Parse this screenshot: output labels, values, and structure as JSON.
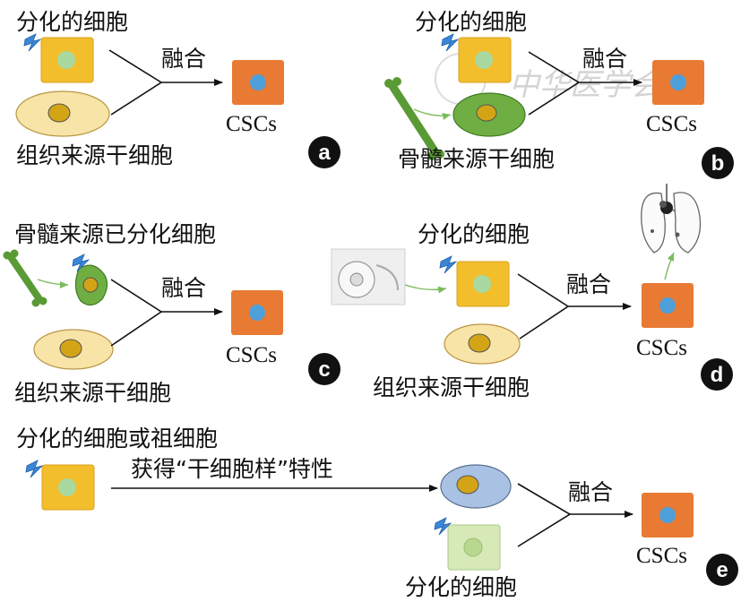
{
  "colors": {
    "differentiated_cell": "#f2be2c",
    "differentiated_cell_border": "#d9a11c",
    "differentiated_nucleus": "#a9d9a0",
    "tissue_stem_cell": "#f8e4a6",
    "tissue_stem_cell_border": "#b79745",
    "tissue_stem_nucleus": "#d4a417",
    "cscs_cell": "#e87a34",
    "cscs_nucleus": "#4f9fd8",
    "bone_green": "#5a9a35",
    "bm_cell_green": "#6fae42",
    "lightning_blue": "#3b86d6",
    "stemlike_cell": "#a9c1e2",
    "pale_cell": "#d6e9b6",
    "tag_black": "#111111"
  },
  "panel_a": {
    "top_label": "分化的细胞",
    "bottom_label": "组织来源干细胞",
    "fusion_label": "融合",
    "result_label": "CSCs",
    "tag": "a"
  },
  "panel_b": {
    "top_label": "分化的细胞",
    "bottom_label": "骨髓来源干细胞",
    "fusion_label": "融合",
    "result_label": "CSCs",
    "tag": "b"
  },
  "panel_c": {
    "top_label": "骨髓来源已分化细胞",
    "bottom_label": "组织来源干细胞",
    "fusion_label": "融合",
    "result_label": "CSCs",
    "tag": "c"
  },
  "panel_d": {
    "top_label": "分化的细胞",
    "bottom_label": "组织来源干细胞",
    "fusion_label": "融合",
    "result_label": "CSCs",
    "tag": "d"
  },
  "panel_e": {
    "top_label": "分化的细胞或祖细胞",
    "acquire_label": "获得“干细胞样”特性",
    "bottom_label": "分化的细胞",
    "fusion_label": "融合",
    "result_label": "CSCs",
    "tag": "e"
  },
  "watermark": {
    "text": "中华医学会"
  }
}
